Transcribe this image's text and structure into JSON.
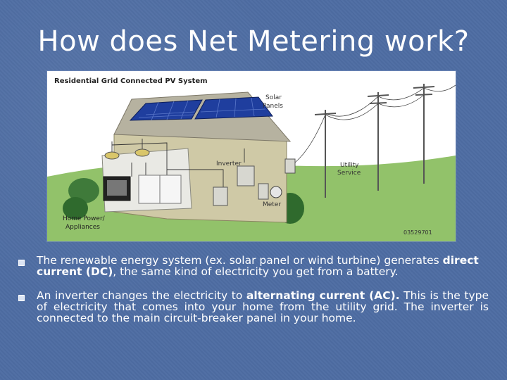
{
  "slide": {
    "title": "How does Net Metering work?"
  },
  "diagram": {
    "heading": "Residential Grid Connected PV System",
    "labels": {
      "solar_panels_1": "Solar",
      "solar_panels_2": "Panels",
      "inverter": "Inverter",
      "utility_1": "Utility",
      "utility_2": "Service",
      "meter": "Meter",
      "home_power_1": "Home Power/",
      "home_power_2": "Appliances",
      "figure_id": "03529701"
    }
  },
  "bullets": [
    {
      "pre": "The renewable energy system (ex. solar panel or wind turbine) generates ",
      "bold": "direct current (DC)",
      "post": ", the same kind of electricity you get from a battery."
    },
    {
      "pre": "An inverter changes the electricity to ",
      "bold": "alternating current  (AC).",
      "post": " This is the type of electricity that comes into your home from the utility grid. The inverter is connected to the main circuit-breaker panel in your home."
    }
  ]
}
